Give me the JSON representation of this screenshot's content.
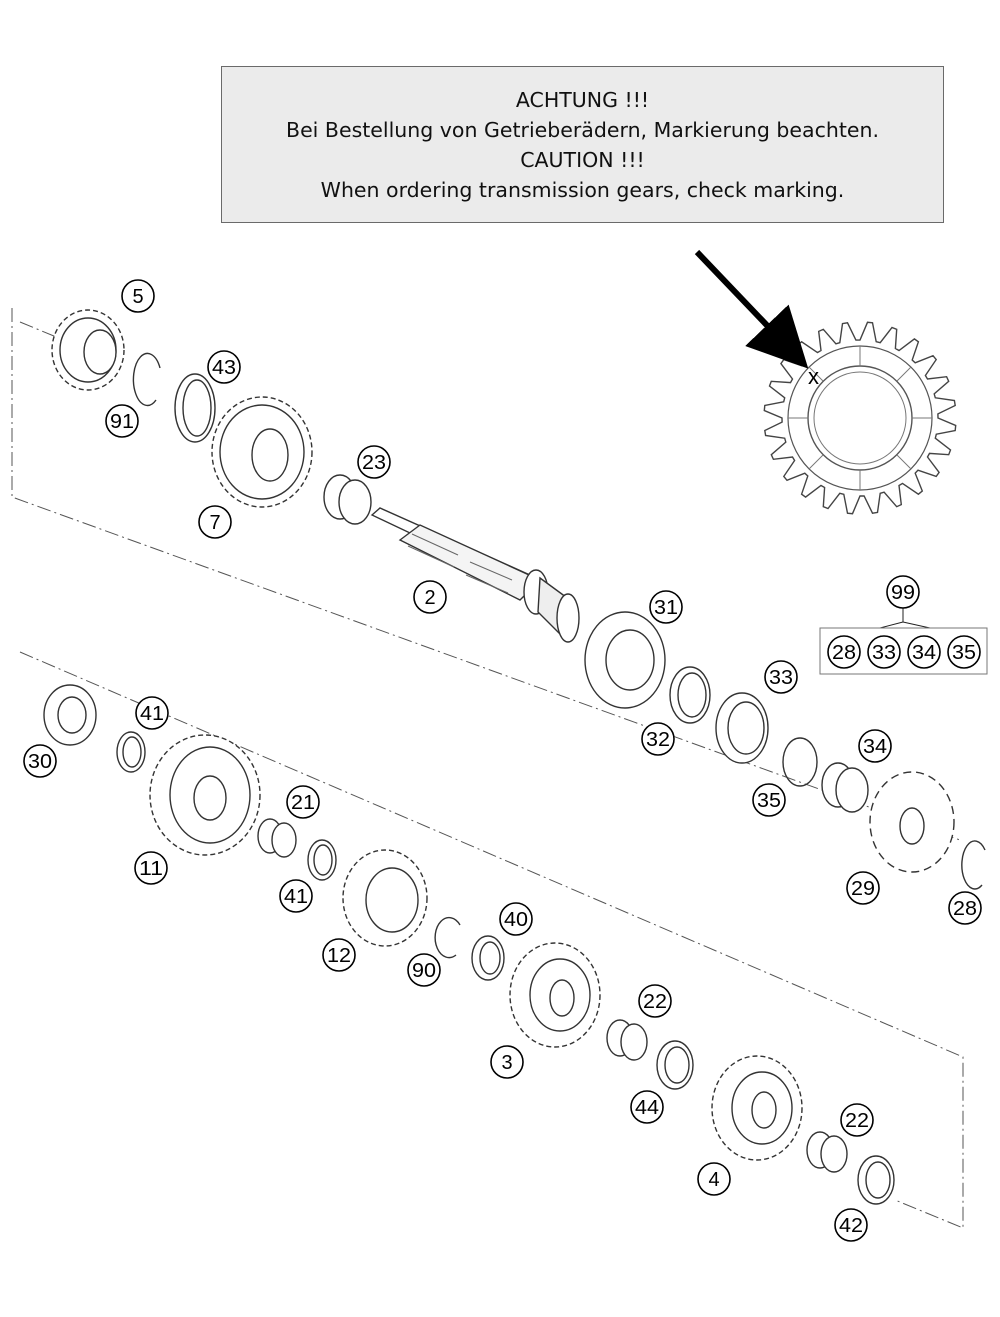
{
  "notice": {
    "line1": "ACHTUNG !!!",
    "line2": "Bei Bestellung von Getrieberädern, Markierung beachten.",
    "line3": "CAUTION !!!",
    "line4": "When ordering transmission gears, check marking."
  },
  "marking": {
    "symbol": "x"
  },
  "kit": {
    "label": "99",
    "parts": [
      "28",
      "33",
      "34",
      "35"
    ]
  },
  "callouts": [
    {
      "id": "c5",
      "label": "5"
    },
    {
      "id": "c91",
      "label": "91"
    },
    {
      "id": "c43",
      "label": "43"
    },
    {
      "id": "c7",
      "label": "7"
    },
    {
      "id": "c23",
      "label": "23"
    },
    {
      "id": "c2",
      "label": "2"
    },
    {
      "id": "c31",
      "label": "31"
    },
    {
      "id": "c32",
      "label": "32"
    },
    {
      "id": "c33",
      "label": "33"
    },
    {
      "id": "c35",
      "label": "35"
    },
    {
      "id": "c34",
      "label": "34"
    },
    {
      "id": "c29",
      "label": "29"
    },
    {
      "id": "c28",
      "label": "28"
    },
    {
      "id": "c30",
      "label": "30"
    },
    {
      "id": "c41a",
      "label": "41"
    },
    {
      "id": "c11",
      "label": "11"
    },
    {
      "id": "c21",
      "label": "21"
    },
    {
      "id": "c41b",
      "label": "41"
    },
    {
      "id": "c12",
      "label": "12"
    },
    {
      "id": "c90",
      "label": "90"
    },
    {
      "id": "c40",
      "label": "40"
    },
    {
      "id": "c3",
      "label": "3"
    },
    {
      "id": "c22a",
      "label": "22"
    },
    {
      "id": "c44",
      "label": "44"
    },
    {
      "id": "c4",
      "label": "4"
    },
    {
      "id": "c22b",
      "label": "22"
    },
    {
      "id": "c42",
      "label": "42"
    }
  ]
}
